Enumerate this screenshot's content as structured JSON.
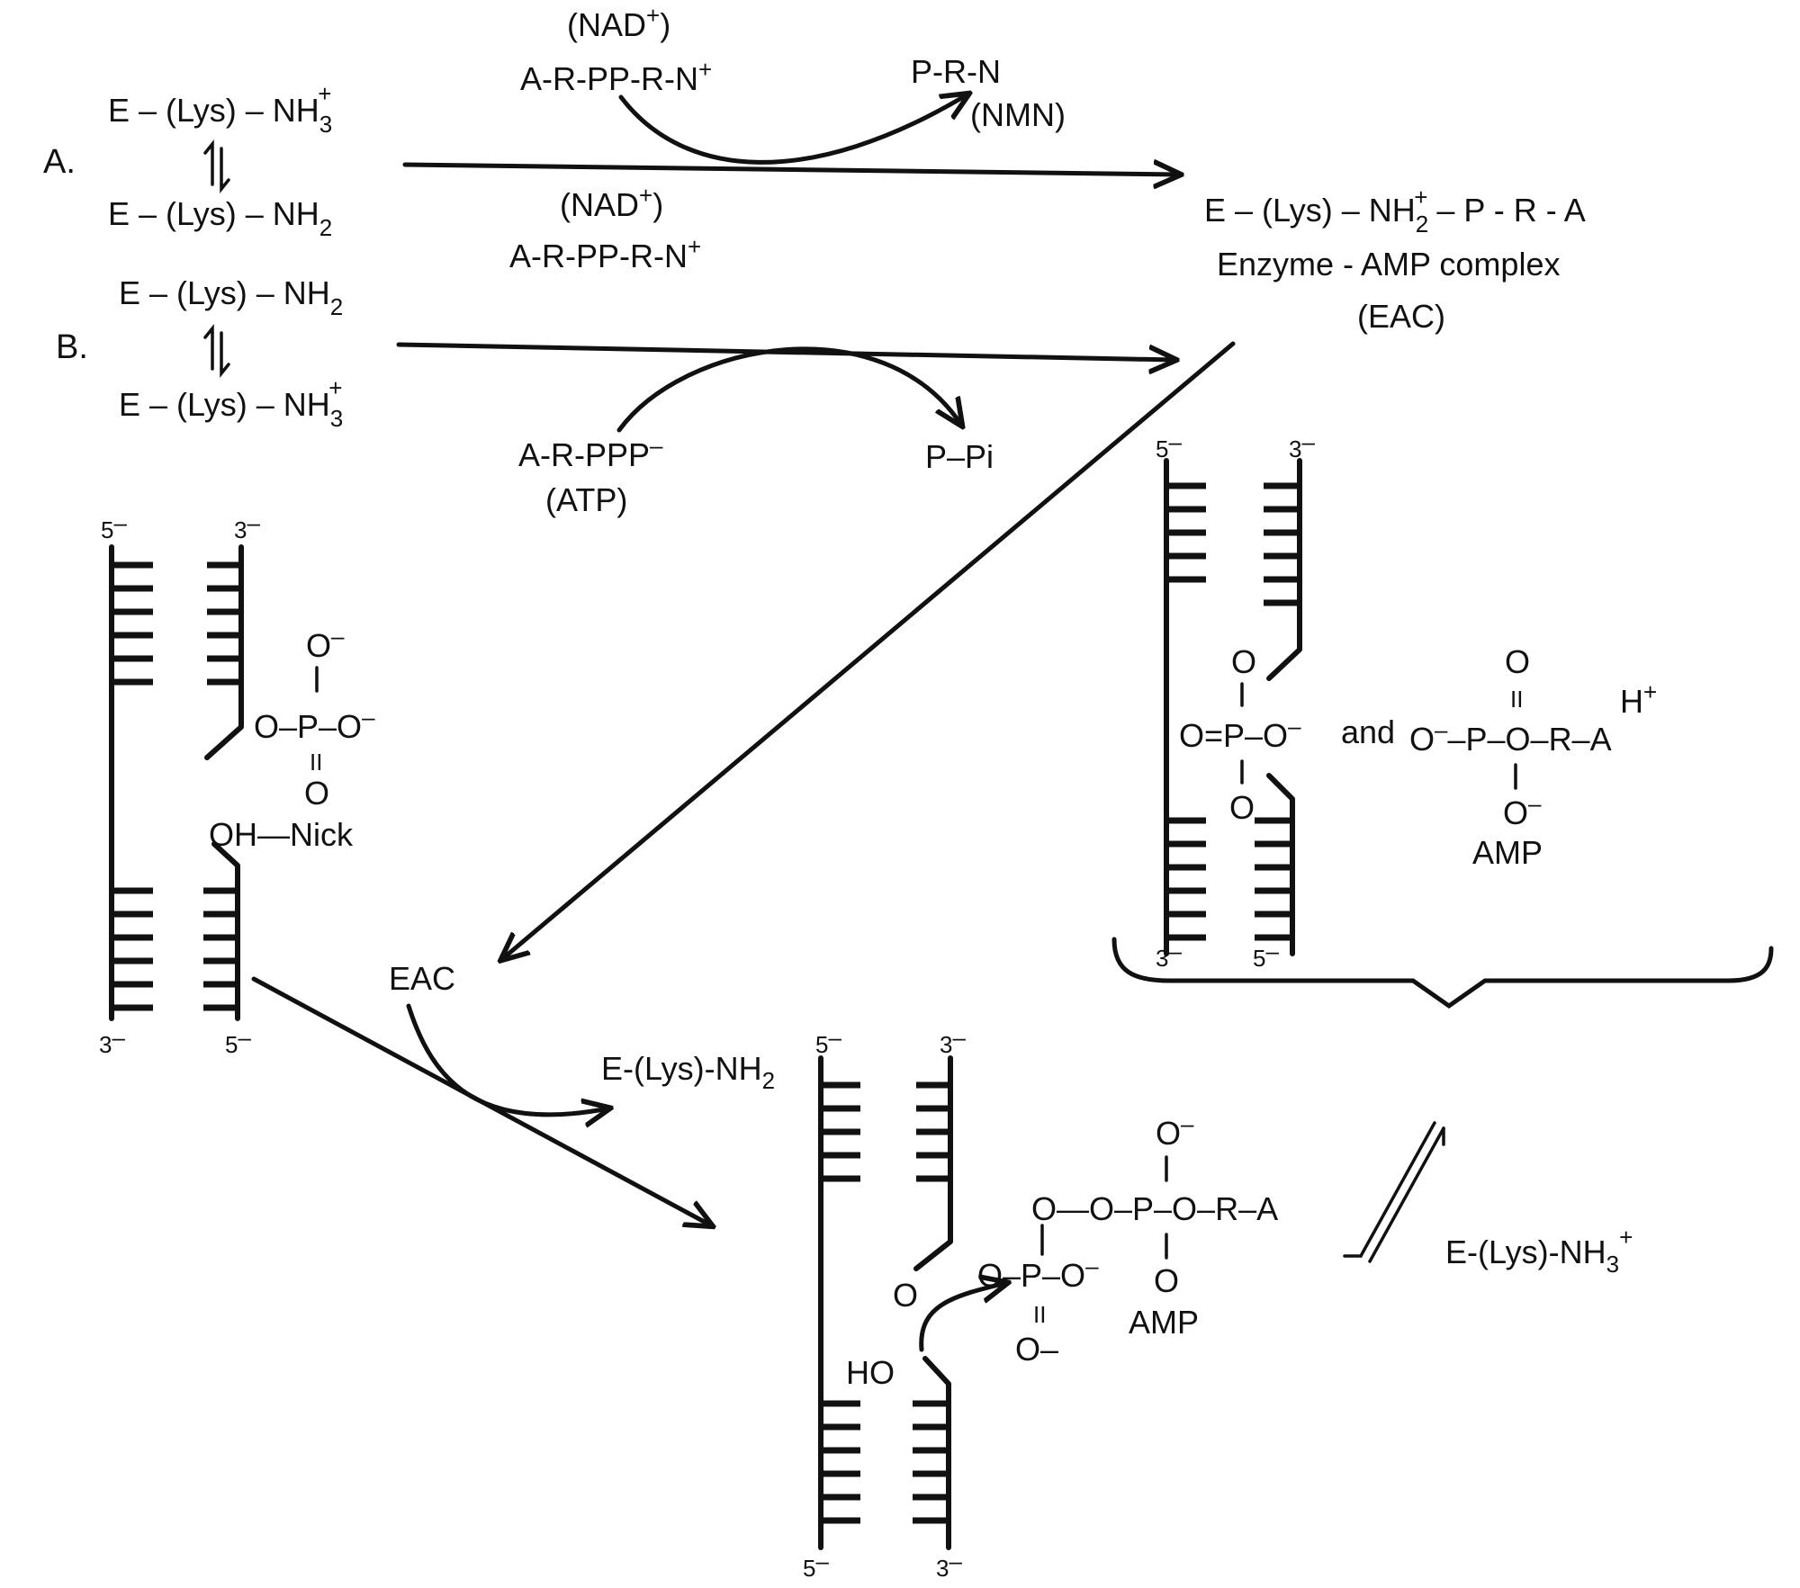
{
  "pathway_a": {
    "label": "A.",
    "enzyme_protonated": "E – (Lys) – NH",
    "enzyme_protonated_sub": "3",
    "enzyme_protonated_sup": "+",
    "enzyme_free": "E – (Lys) – NH",
    "enzyme_free_sub": "2",
    "cofactor_above": "(NAD",
    "cofactor_above_sup": "+",
    "cofactor_above_close": ")",
    "cofactor_above_formula": "A-R-PP-R-N",
    "cofactor_above_formula_sup": "+",
    "product": "P-R-N",
    "product_name": "(NMN)",
    "cofactor_below": "(NAD",
    "cofactor_below_sup": "+",
    "cofactor_below_close": ")",
    "cofactor_below_formula": "A-R-PP-R-N",
    "cofactor_below_formula_sup": "+"
  },
  "pathway_b": {
    "label": "B.",
    "enzyme_free": "E – (Lys) – NH",
    "enzyme_free_sub": "2",
    "enzyme_protonated": "E – (Lys) – NH",
    "enzyme_protonated_sub": "3",
    "enzyme_protonated_sup": "+",
    "cofactor_formula": "A-R-PPP",
    "cofactor_formula_sup": "–",
    "cofactor_name": "(ATP)",
    "product": "P–Pi"
  },
  "complex": {
    "formula_start": "E – (Lys) – NH",
    "formula_sub": "2",
    "formula_sup": "+",
    "formula_end": " – P - R - A",
    "name": "Enzyme - AMP complex",
    "abbrev": "(EAC)"
  },
  "nicked_dna": {
    "end_5_top": "5",
    "end_3_top": "3",
    "end_3_bottom": "3",
    "end_5_bottom": "5",
    "phos_o_top": "O",
    "phos_o_top_sup": "–",
    "phos_left_o": "O–P–O",
    "phos_left_o_sup": "–",
    "phos_eq": "II",
    "phos_o_bottom": "O",
    "nick_oh": "OH",
    "nick_label": "—Nick"
  },
  "ligated": {
    "end_5_top": "5",
    "end_3_top": "3",
    "end_3_bottom": "3",
    "end_5_bottom": "5",
    "o_top": "O",
    "p_line": "O=P–O",
    "p_line_sup": "–",
    "o_bottom": "O",
    "and_word": "and",
    "amp_o_top": "O",
    "amp_eq": "II",
    "amp_line": "O",
    "amp_line_sup": "–",
    "amp_line_rest": "–P–O–R–A",
    "amp_h": "H",
    "amp_h_sup": "+",
    "amp_o_bottom": "O",
    "amp_o_bottom_sup": "–",
    "amp_label": "AMP"
  },
  "adenylation": {
    "eac": "EAC",
    "released": "E-(Lys)-NH",
    "released_sub": "2",
    "end_5_top": "5",
    "end_3_top": "3",
    "end_5_bottom": "5",
    "end_3_bottom": "3",
    "o_left": "O",
    "ho": "HO",
    "p_line": "O–P–O",
    "p_line_sup": "–",
    "p_eq": "II",
    "p_o_bottom": "O–",
    "amp_o_top": "O",
    "amp_o_top_sup": "–",
    "amp_chain": "O—O–P–O–R–A",
    "amp_o_bottom": "O",
    "amp_label": "AMP",
    "enzyme": "E-(Lys)-NH",
    "enzyme_sub": "3",
    "enzyme_sup": "+"
  }
}
